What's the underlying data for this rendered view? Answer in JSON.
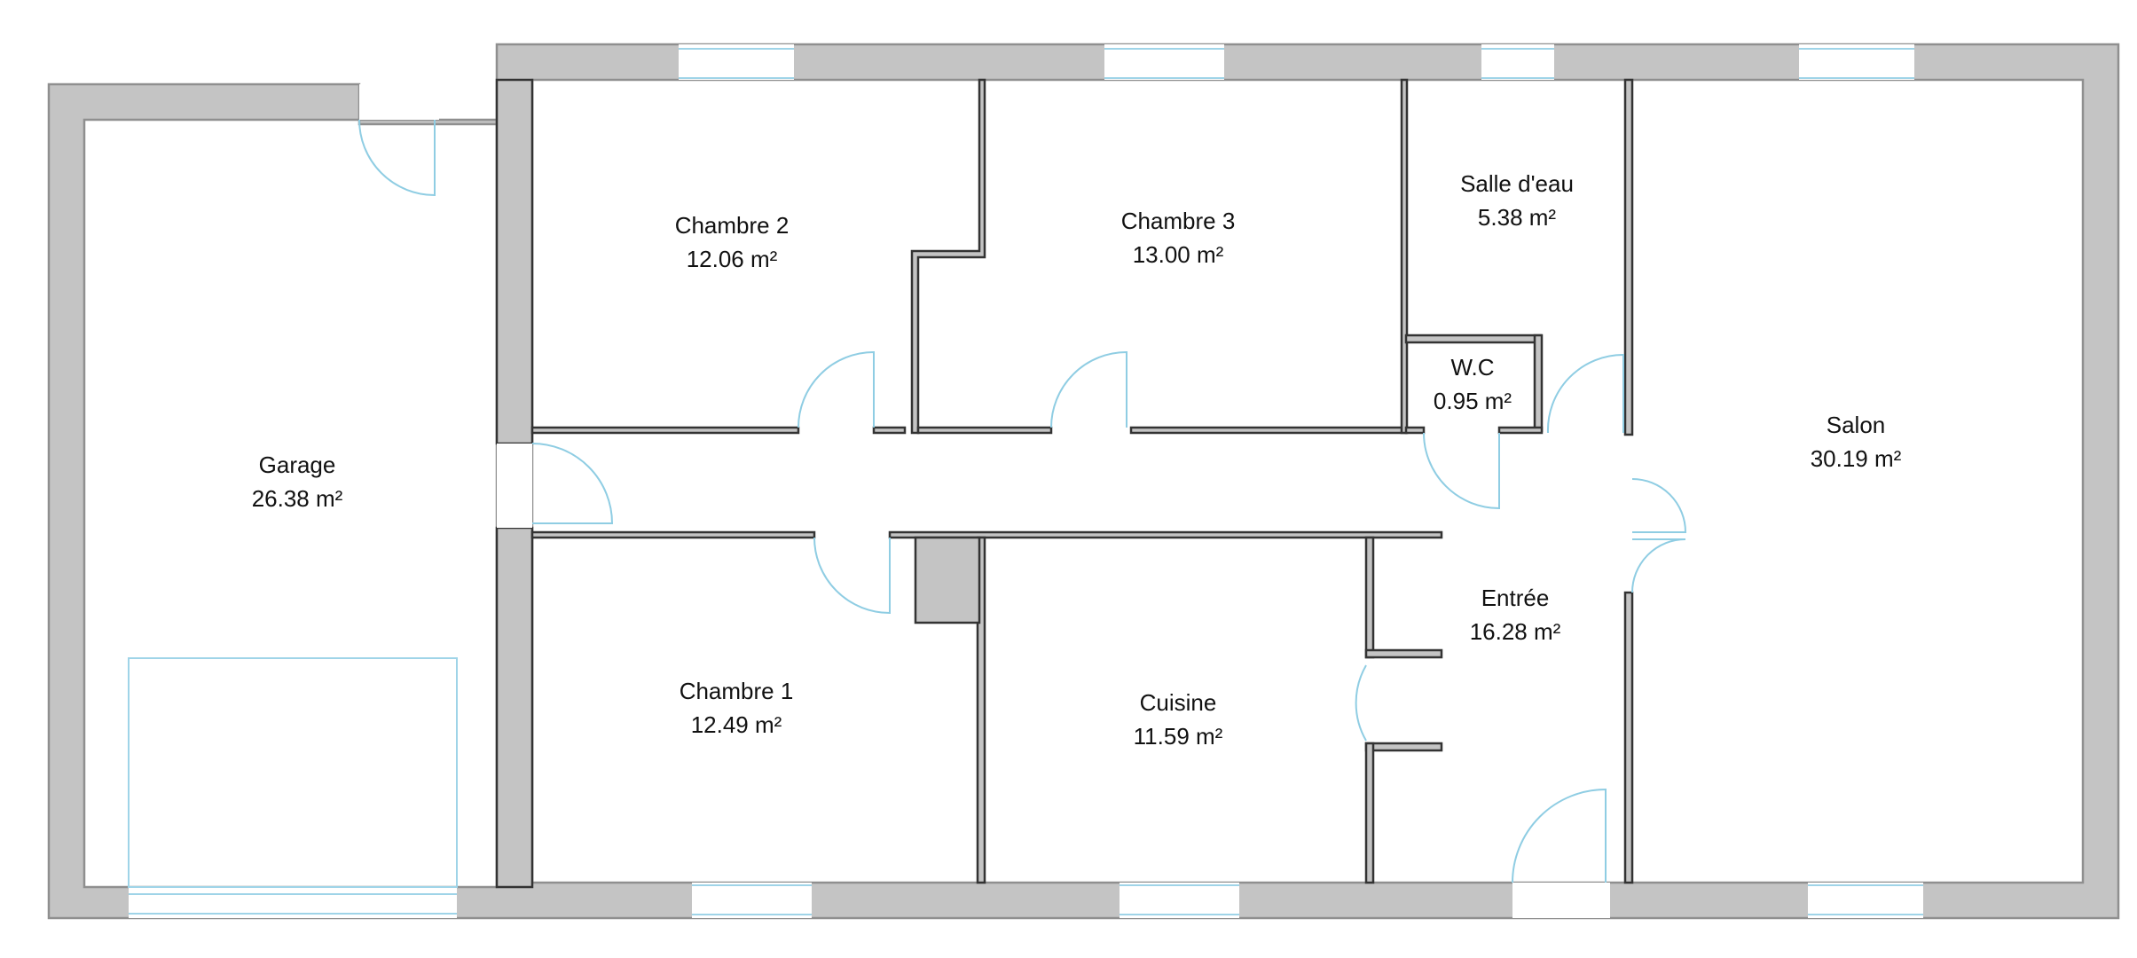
{
  "rooms": [
    {
      "id": "garage",
      "name": "Garage",
      "area": "26.38 m²"
    },
    {
      "id": "chambre-2",
      "name": "Chambre 2",
      "area": "12.06 m²"
    },
    {
      "id": "chambre-3",
      "name": "Chambre 3",
      "area": "13.00 m²"
    },
    {
      "id": "salle-d-eau",
      "name": "Salle d'eau",
      "area": "5.38 m²"
    },
    {
      "id": "wc",
      "name": "W.C",
      "area": "0.95 m²"
    },
    {
      "id": "salon",
      "name": "Salon",
      "area": "30.19 m²"
    },
    {
      "id": "entree",
      "name": "Entrée",
      "area": "16.28 m²"
    },
    {
      "id": "chambre-1",
      "name": "Chambre 1",
      "area": "12.49 m²"
    },
    {
      "id": "cuisine",
      "name": "Cuisine",
      "area": "11.59 m²"
    }
  ],
  "colors": {
    "wall": "#c4c4c4",
    "wall_stroke": "#505050",
    "window": "#9fd4e8",
    "door": "#8fcde3",
    "text": "#111111"
  }
}
